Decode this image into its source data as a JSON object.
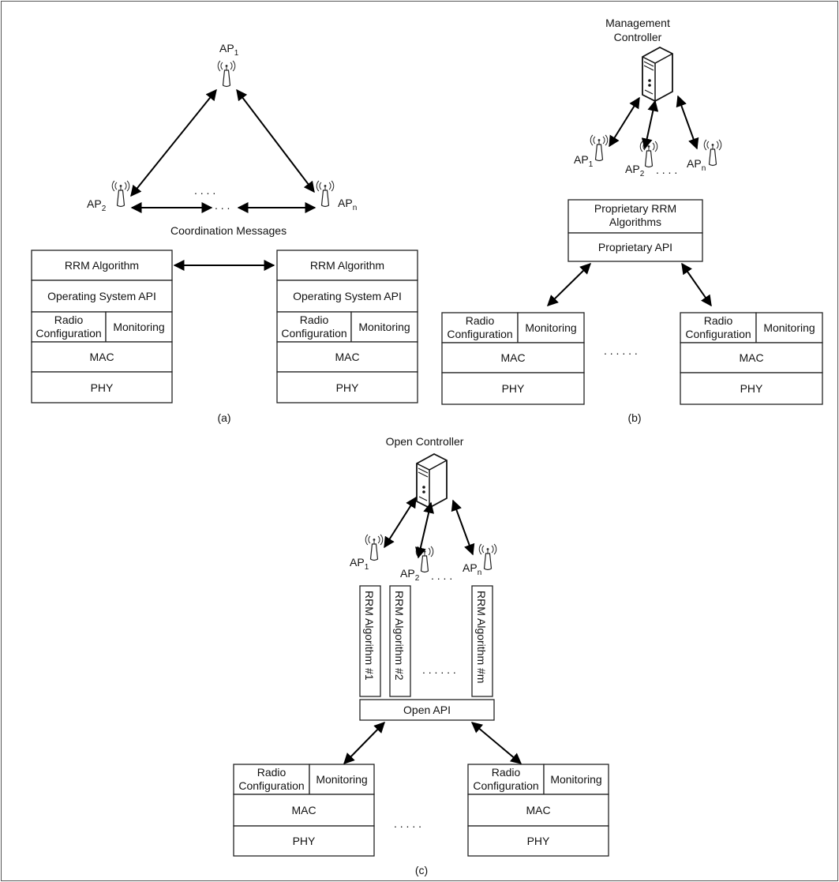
{
  "panels": {
    "a": {
      "caption": "(a)",
      "ap_top": "AP",
      "ap_top_sub": "1",
      "ap_left": "AP",
      "ap_left_sub": "2",
      "ap_right": "AP",
      "ap_right_sub": "n",
      "dots_upper": ". . . .",
      "dots_lower": ". . .",
      "coordination_label": "Coordination Messages",
      "stack": {
        "rrm": "RRM Algorithm",
        "os_api": "Operating System API",
        "radio_config_1": "Radio",
        "radio_config_2": "Configuration",
        "monitoring": "Monitoring",
        "mac": "MAC",
        "phy": "PHY"
      }
    },
    "b": {
      "caption": "(b)",
      "controller_label_1": "Management",
      "controller_label_2": "Controller",
      "ap1": "AP",
      "ap1_sub": "1",
      "ap2": "AP",
      "ap2_sub": "2",
      "apn": "AP",
      "apn_sub": "n",
      "ap_dots": ". . . .",
      "rrm_1": "Proprietary RRM",
      "rrm_2": "Algorithms",
      "api": "Proprietary API",
      "stack_dots": ". . . . . .",
      "stack": {
        "radio_config_1": "Radio",
        "radio_config_2": "Configuration",
        "monitoring": "Monitoring",
        "mac": "MAC",
        "phy": "PHY"
      }
    },
    "c": {
      "caption": "(c)",
      "controller_label": "Open Controller",
      "ap1": "AP",
      "ap1_sub": "1",
      "ap2": "AP",
      "ap2_sub": "2",
      "apn": "AP",
      "apn_sub": "n",
      "ap_dots": ". . . .",
      "algorithms": [
        "RRM Algorithm #1",
        "RRM Algorithm #2",
        "RRM Algorithm #m"
      ],
      "algo_dots": ". . . . . .",
      "api": "Open API",
      "stack_dots": ". . . . .",
      "stack": {
        "radio_config_1": "Radio",
        "radio_config_2": "Configuration",
        "monitoring": "Monitoring",
        "mac": "MAC",
        "phy": "PHY"
      }
    }
  }
}
